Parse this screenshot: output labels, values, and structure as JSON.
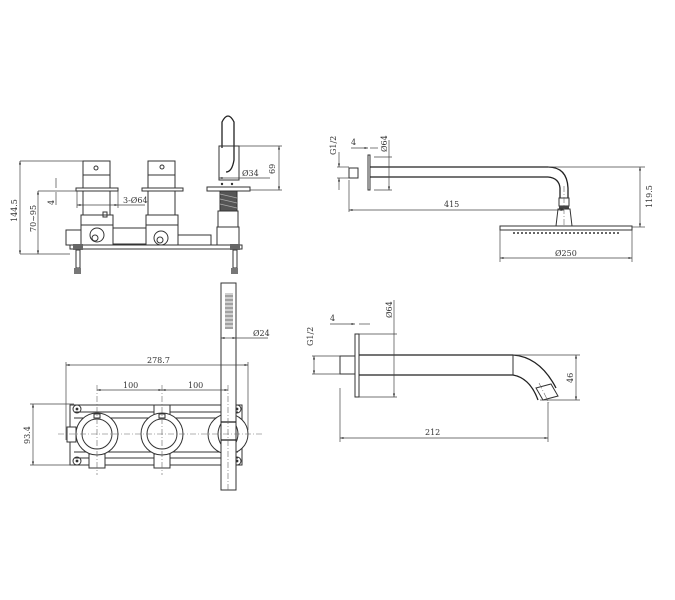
{
  "drawing": {
    "title": "Wall-mounted thermostatic shower & bath mixer set — dimensioned line drawing",
    "views": {
      "valve_side_view": {
        "dims": {
          "total_height": "144.5",
          "wall_depth": "70~95",
          "flange_thickness": "4",
          "flange_diameter": "3-Ø64",
          "diverter_height": "69",
          "diverter_diameter": "Ø34"
        }
      },
      "shower_arm": {
        "dims": {
          "thread": "G1/2",
          "flange_thickness": "4",
          "flange_diameter": "Ø64",
          "arm_length": "415",
          "drop_height": "119.5",
          "head_diameter": "Ø250"
        }
      },
      "valve_front_view": {
        "dims": {
          "total_width": "278.7",
          "spacing_left": "100",
          "spacing_right": "100",
          "height": "93.4",
          "handset_diameter": "Ø24"
        }
      },
      "bath_spout": {
        "dims": {
          "thread": "G1/2",
          "flange_thickness": "4",
          "flange_diameter": "Ø64",
          "projection": "212",
          "outlet_drop": "46"
        }
      }
    }
  }
}
